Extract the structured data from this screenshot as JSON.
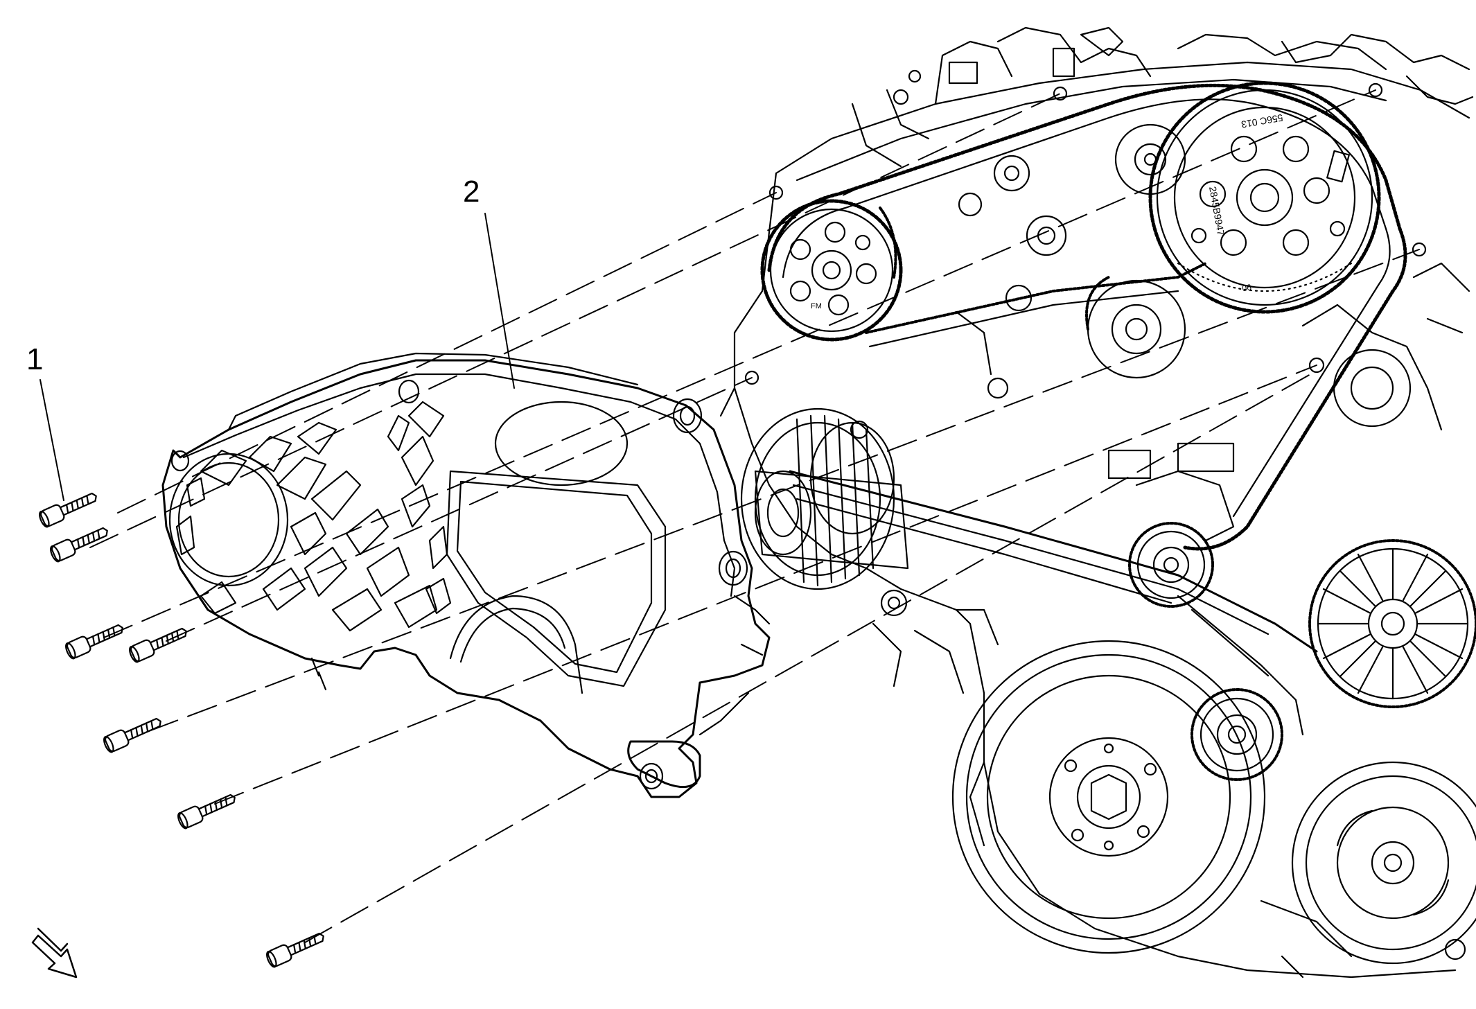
{
  "callouts": [
    {
      "id": "1",
      "label": "1",
      "meaning": "bolts"
    },
    {
      "id": "2",
      "label": "2",
      "meaning": "timing belt front cover"
    }
  ],
  "engine_marks": {
    "cam_sprocket_text": "2845B9947",
    "cam_sprocket_code": "556C 013",
    "cam_sprocket_small": "90",
    "sprocket_fm": "FM"
  },
  "colors": {
    "line": "#000000",
    "background": "#ffffff"
  },
  "icons": [
    "view-direction-arrow-icon"
  ]
}
